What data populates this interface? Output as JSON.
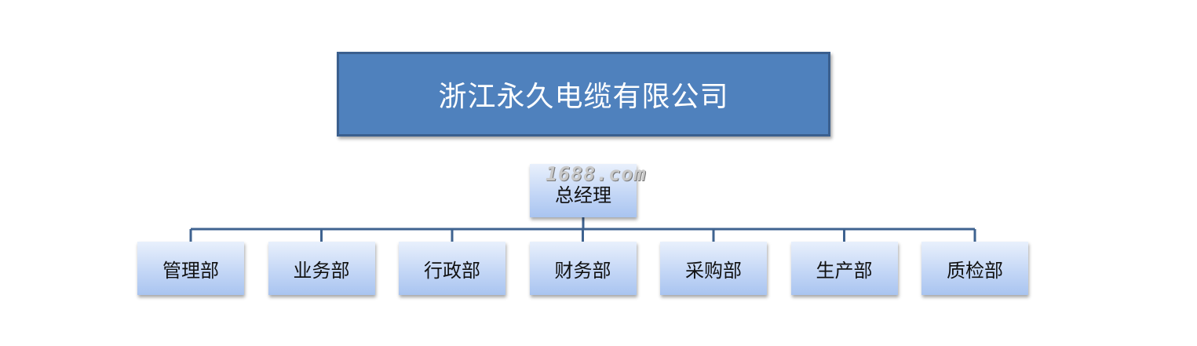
{
  "company": {
    "name": "浙江永久电缆有限公司"
  },
  "watermark": "1688.com",
  "general_manager": {
    "label": "总经理"
  },
  "departments": [
    "管理部",
    "业务部",
    "行政部",
    "财务部",
    "采购部",
    "生产部",
    "质检部"
  ],
  "colors": {
    "company_fill": "#4f81bd",
    "company_border": "#3a5f8e",
    "connector": "#3f6390",
    "node_fill_top": "#e9f0fc",
    "node_fill_bottom": "#a9c4f0"
  }
}
